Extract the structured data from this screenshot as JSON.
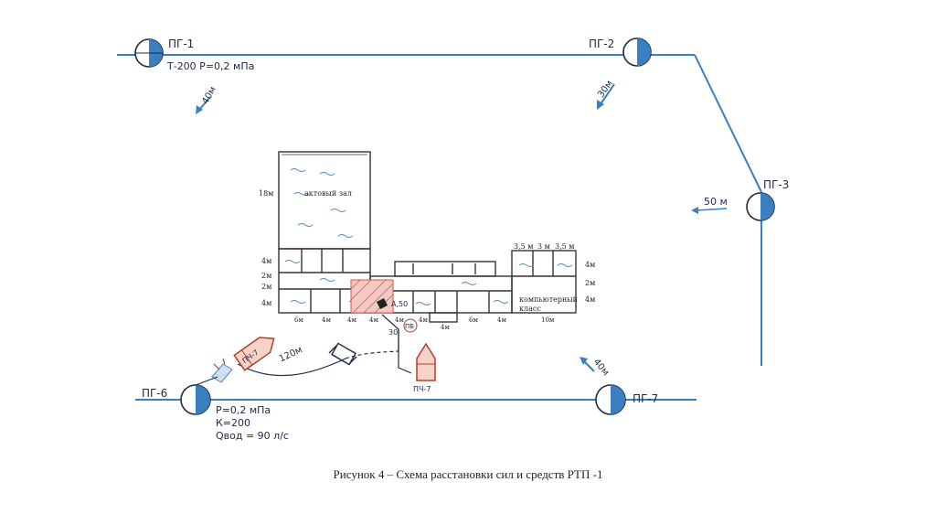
{
  "hydrants": {
    "pg1": {
      "label": "ПГ-1",
      "note1": "Т-200  Р=0,2 мПа"
    },
    "pg2": {
      "label": "ПГ-2"
    },
    "pg3": {
      "label": "ПГ-3"
    },
    "pg6": {
      "label": "ПГ-6",
      "note1": "Р=0,2 мПа",
      "note2": "К=200",
      "note3": "Qвод = 90 л/с"
    },
    "pg7": {
      "label": "ПГ-7"
    }
  },
  "distances": {
    "d1": "40м",
    "d2": "30м",
    "d3": "50 м",
    "d4": "40м",
    "d5": "120м",
    "d6": "30"
  },
  "building": {
    "hall": "актовый зал",
    "computer_class_1": "компьютерный",
    "computer_class_2": "класс",
    "dim_18m": "18м",
    "dim_4m_a": "4м",
    "dim_2m_a": "2м",
    "dim_2m_b": "2м",
    "dim_4m_b": "4м",
    "dim_4m_r1": "4м",
    "dim_2m_r": "2м",
    "dim_4m_r2": "4м",
    "top_35a": "3,5 м",
    "top_3": "3 м",
    "top_35b": "3,5 м",
    "bot": [
      "6м",
      "4м",
      "4м",
      "4м",
      "4м",
      "4м",
      "6м",
      "4м",
      "10м"
    ],
    "bot_low": "4м",
    "fire_mark": "А,50",
    "pb": "ПБ"
  },
  "trucks": {
    "t1": "ПЧ-7",
    "t2": "ПЧ-7"
  },
  "caption": "Рисунок 4 – Схема расстановки сил и средств РТП -1",
  "colors": {
    "line": "#3a7fc0",
    "plan": "#333333",
    "truck": "#b0402a",
    "water": "#4f86c2",
    "fire_zone": "#d9534f"
  }
}
